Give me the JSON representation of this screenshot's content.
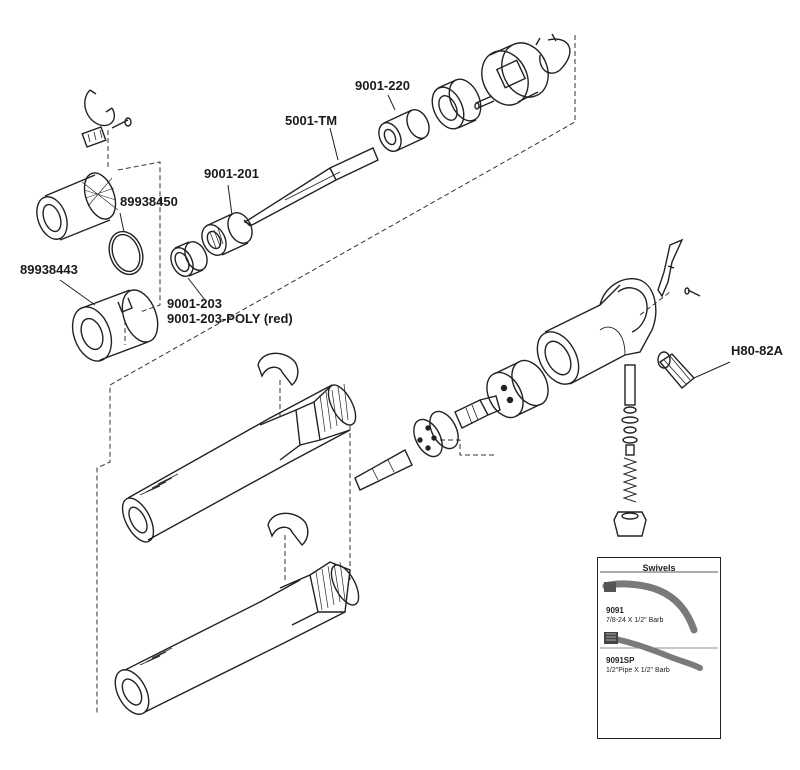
{
  "labels": {
    "part_9001_220": "9001-220",
    "part_5001_tm": "5001-TM",
    "part_9001_201": "9001-201",
    "part_89938450": "89938450",
    "part_89938443": "89938443",
    "part_9001_203": "9001-203",
    "part_9001_203_poly": "9001-203-POLY (red)",
    "part_h80_82a": "H80-82A"
  },
  "swivels": {
    "title": "Swivels",
    "items": [
      {
        "part": "9091",
        "description": "7/8-24 X 1/2\" Barb"
      },
      {
        "part": "9091SP",
        "description": "1/2\"Pipe X 1/2\" Barb"
      }
    ]
  },
  "colors": {
    "line": "#222222",
    "dashed": "#333333",
    "swivel_hose": "#7a7a7a"
  }
}
